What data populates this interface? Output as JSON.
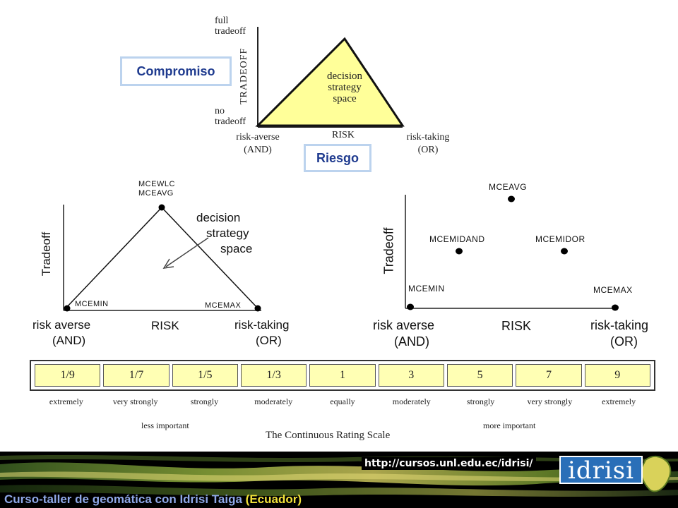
{
  "callouts": {
    "tradeoff_es": "Compromiso",
    "risk_es": "Riesgo"
  },
  "top_diagram": {
    "y_label": "TRADEOFF",
    "y_top": [
      "full",
      "tradeoff"
    ],
    "y_bottom": [
      "no",
      "tradeoff"
    ],
    "x_label": "RISK",
    "x_left": [
      "risk-averse",
      "(AND)"
    ],
    "x_right": [
      "risk-taking",
      "(OR)"
    ],
    "triangle_label": [
      "decision",
      "strategy",
      "space"
    ],
    "fill": "#ffff99"
  },
  "left_diagram": {
    "y_label": "Tradeoff",
    "x_label": "RISK",
    "x_left": [
      "risk averse",
      "(AND)"
    ],
    "x_right": [
      "risk-taking",
      "(OR)"
    ],
    "apex_label": [
      "MCEWLC",
      "MCEAVG"
    ],
    "left_point": "MCEMIN",
    "right_point": "MCEMAX",
    "space_label": [
      "decision",
      "strategy",
      "space"
    ]
  },
  "right_diagram": {
    "y_label": "Tradeoff",
    "x_label": "RISK",
    "x_left": [
      "risk averse",
      "(AND)"
    ],
    "x_right": [
      "risk-taking",
      "(OR)"
    ],
    "points": [
      "MCEAVG",
      "MCEMIDAND",
      "MCEMIDOR",
      "MCEMIN",
      "MCEMAX"
    ]
  },
  "rating_scale": {
    "values": [
      "1/9",
      "1/7",
      "1/5",
      "1/3",
      "1",
      "3",
      "5",
      "7",
      "9"
    ],
    "descriptors": [
      "extremely",
      "very strongly",
      "strongly",
      "moderately",
      "equally",
      "moderately",
      "strongly",
      "very strongly",
      "extremely"
    ],
    "left_group": "less important",
    "right_group": "more important",
    "title": "The Continuous Rating Scale",
    "cell_color": "#ffffb4"
  },
  "footer": {
    "title_main": "Curso-taller de geomática con Idrisi Taiga ",
    "title_highlight": "(Ecuador)",
    "url": "http://cursos.unl.edu.ec/idrisi/",
    "logo": "idrisi"
  }
}
